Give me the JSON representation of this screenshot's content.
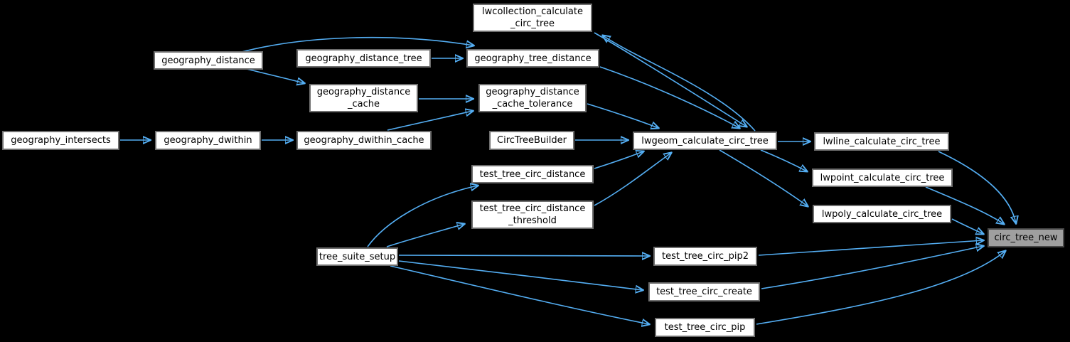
{
  "figure": {
    "kind": "doxygen-call-graph",
    "highlighted_function": "circ_tree_new"
  },
  "colors": {
    "background": "#000000",
    "edge": "#54aef3",
    "node_fill": "#ffffff",
    "node_border": "#6e6e6e",
    "node_text": "#000000",
    "highlight_fill": "#9f9f9f",
    "highlight_border": "#474747"
  },
  "nodes": {
    "lwcollection_calculate_circ_tree": {
      "label": "lwcollection_calculate\n_circ_tree"
    },
    "geography_distance": {
      "label": "geography_distance"
    },
    "geography_distance_tree": {
      "label": "geography_distance_tree"
    },
    "geography_tree_distance": {
      "label": "geography_tree_distance"
    },
    "geography_distance_cache": {
      "label": "geography_distance\n_cache"
    },
    "geography_distance_cache_tolerance": {
      "label": "geography_distance\n_cache_tolerance"
    },
    "geography_intersects": {
      "label": "geography_intersects"
    },
    "geography_dwithin": {
      "label": "geography_dwithin"
    },
    "geography_dwithin_cache": {
      "label": "geography_dwithin_cache"
    },
    "CircTreeBuilder": {
      "label": "CircTreeBuilder"
    },
    "lwgeom_calculate_circ_tree": {
      "label": "lwgeom_calculate_circ_tree"
    },
    "lwline_calculate_circ_tree": {
      "label": "lwline_calculate_circ_tree"
    },
    "test_tree_circ_distance": {
      "label": "test_tree_circ_distance"
    },
    "lwpoint_calculate_circ_tree": {
      "label": "lwpoint_calculate_circ_tree"
    },
    "test_tree_circ_distance_threshold": {
      "label": "test_tree_circ_distance\n_threshold"
    },
    "lwpoly_calculate_circ_tree": {
      "label": "lwpoly_calculate_circ_tree"
    },
    "circ_tree_new": {
      "label": "circ_tree_new",
      "highlighted": true
    },
    "tree_suite_setup": {
      "label": "tree_suite_setup"
    },
    "test_tree_circ_pip2": {
      "label": "test_tree_circ_pip2"
    },
    "test_tree_circ_create": {
      "label": "test_tree_circ_create"
    },
    "test_tree_circ_pip": {
      "label": "test_tree_circ_pip"
    }
  },
  "edges": [
    {
      "from": "geography_distance",
      "to": "geography_tree_distance"
    },
    {
      "from": "geography_distance",
      "to": "geography_distance_cache"
    },
    {
      "from": "geography_distance_tree",
      "to": "geography_tree_distance"
    },
    {
      "from": "geography_distance_cache",
      "to": "geography_distance_cache_tolerance"
    },
    {
      "from": "geography_dwithin_cache",
      "to": "geography_distance_cache_tolerance"
    },
    {
      "from": "geography_intersects",
      "to": "geography_dwithin"
    },
    {
      "from": "geography_dwithin",
      "to": "geography_dwithin_cache"
    },
    {
      "from": "CircTreeBuilder",
      "to": "lwgeom_calculate_circ_tree"
    },
    {
      "from": "geography_tree_distance",
      "to": "lwgeom_calculate_circ_tree"
    },
    {
      "from": "geography_distance_cache_tolerance",
      "to": "lwgeom_calculate_circ_tree"
    },
    {
      "from": "lwcollection_calculate_circ_tree",
      "to": "lwgeom_calculate_circ_tree"
    },
    {
      "from": "lwgeom_calculate_circ_tree",
      "to": "lwcollection_calculate_circ_tree"
    },
    {
      "from": "test_tree_circ_distance",
      "to": "lwgeom_calculate_circ_tree"
    },
    {
      "from": "test_tree_circ_distance_threshold",
      "to": "lwgeom_calculate_circ_tree"
    },
    {
      "from": "tree_suite_setup",
      "to": "test_tree_circ_distance"
    },
    {
      "from": "tree_suite_setup",
      "to": "test_tree_circ_distance_threshold"
    },
    {
      "from": "tree_suite_setup",
      "to": "test_tree_circ_pip2"
    },
    {
      "from": "tree_suite_setup",
      "to": "test_tree_circ_create"
    },
    {
      "from": "tree_suite_setup",
      "to": "test_tree_circ_pip"
    },
    {
      "from": "lwgeom_calculate_circ_tree",
      "to": "lwline_calculate_circ_tree"
    },
    {
      "from": "lwgeom_calculate_circ_tree",
      "to": "lwpoint_calculate_circ_tree"
    },
    {
      "from": "lwgeom_calculate_circ_tree",
      "to": "lwpoly_calculate_circ_tree"
    },
    {
      "from": "lwline_calculate_circ_tree",
      "to": "circ_tree_new"
    },
    {
      "from": "lwpoint_calculate_circ_tree",
      "to": "circ_tree_new"
    },
    {
      "from": "lwpoly_calculate_circ_tree",
      "to": "circ_tree_new"
    },
    {
      "from": "test_tree_circ_pip2",
      "to": "circ_tree_new"
    },
    {
      "from": "test_tree_circ_create",
      "to": "circ_tree_new"
    },
    {
      "from": "test_tree_circ_pip",
      "to": "circ_tree_new"
    }
  ]
}
